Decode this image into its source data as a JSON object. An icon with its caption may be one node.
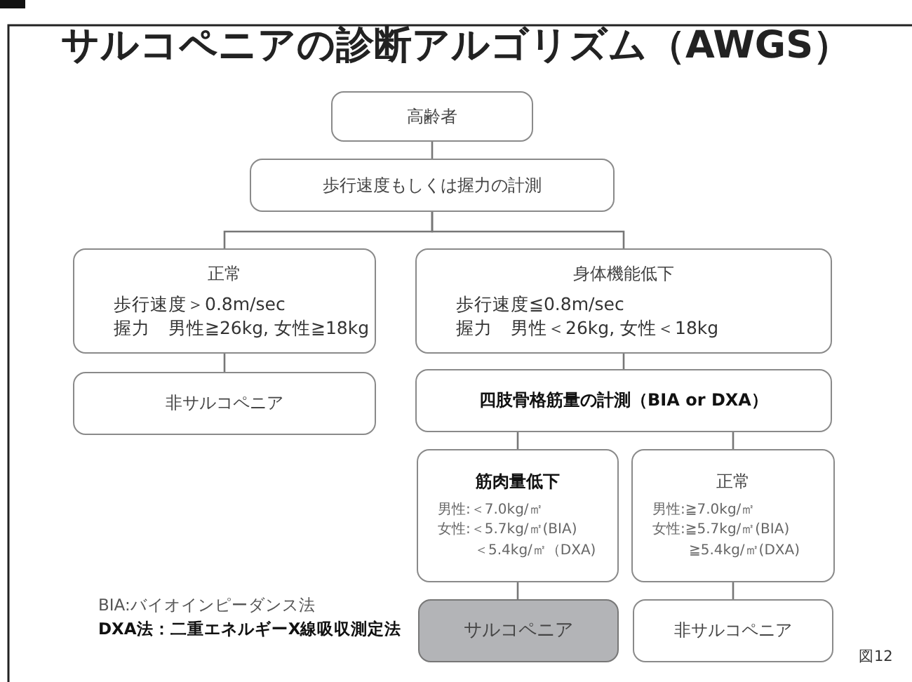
{
  "diagram": {
    "title": "サルコペニアの診断アルゴリズム（AWGS）",
    "nodes": [
      {
        "text": [
          "高齢者"
        ]
      },
      {
        "text": [
          "歩行速度もしくは握力の計測"
        ]
      },
      {
        "text": [
          "正常",
          "歩行速度＞0.8m/sec",
          "握力　男性≧26kg, 女性≧18kg"
        ]
      },
      {
        "text": [
          "非サルコペニア"
        ]
      },
      {
        "text": [
          "身体機能低下",
          "歩行速度≦0.8m/sec",
          "握力　男性＜26kg, 女性＜18kg"
        ]
      },
      {
        "text": [
          "四肢骨格筋量の計測（BIA or DXA）"
        ]
      },
      {
        "text": [
          "筋肉量低下",
          "男性:＜7.0kg/㎡",
          "女性:＜5.7kg/㎡(BIA)",
          "＜5.4kg/㎡（DXA)"
        ]
      },
      {
        "text": [
          "正常",
          "男性:≧7.0kg/㎡",
          "女性:≧5.7kg/㎡(BIA)",
          "≧5.4kg/㎡(DXA)"
        ]
      },
      {
        "text": [
          "サルコペニア"
        ]
      },
      {
        "text": [
          "非サルコペニア"
        ]
      }
    ],
    "edges": [
      {
        "from": 0,
        "to": 1,
        "arrow": "none"
      },
      {
        "from": 1,
        "to": 2,
        "arrow": "none"
      },
      {
        "from": 1,
        "to": 4,
        "arrow": "none"
      },
      {
        "from": 2,
        "to": 3,
        "arrow": "none"
      },
      {
        "from": 4,
        "to": 5,
        "arrow": "none"
      },
      {
        "from": 5,
        "to": 6,
        "arrow": "none"
      },
      {
        "from": 5,
        "to": 7,
        "arrow": "none"
      },
      {
        "from": 6,
        "to": 8,
        "arrow": "none"
      },
      {
        "from": 7,
        "to": 9,
        "arrow": "none"
      }
    ],
    "labels": [
      "BIA:バイオインピーダンス法",
      "DXA法：二重エネルギーX線吸収測定法",
      "図12"
    ]
  }
}
